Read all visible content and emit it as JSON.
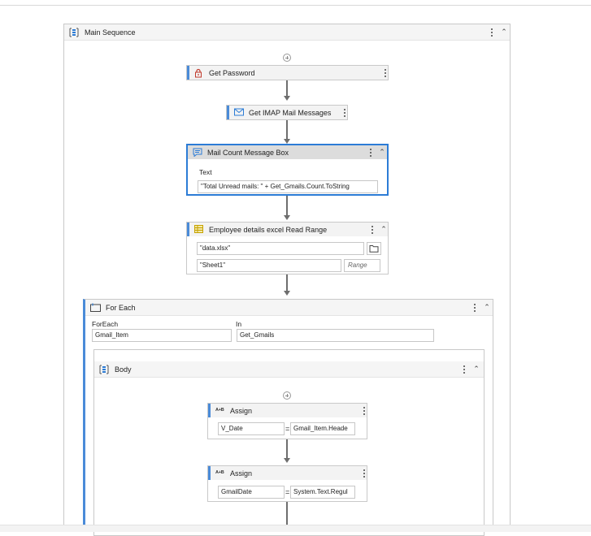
{
  "main_sequence": {
    "title": "Main Sequence"
  },
  "get_password": {
    "title": "Get Password"
  },
  "get_imap": {
    "title": "Get IMAP Mail Messages"
  },
  "message_box": {
    "title": "Mail Count Message Box",
    "text_label": "Text",
    "text_value": "\"Total Unread mails: \" + Get_Gmails.Count.ToString"
  },
  "read_range": {
    "title": "Employee details excel Read Range",
    "file_value": "\"data.xlsx\"",
    "sheet_value": "\"Sheet1\"",
    "range_placeholder": "Range"
  },
  "for_each": {
    "title": "For Each",
    "foreach_label": "ForEach",
    "in_label": "In",
    "item_value": "Gmail_Item",
    "in_value": "Get_Gmails"
  },
  "body_seq": {
    "title": "Body"
  },
  "assign1": {
    "title": "Assign",
    "to_value": "V_Date",
    "eq": "=",
    "value": "Gmail_Item.Heade"
  },
  "assign2": {
    "title": "Assign",
    "to_value": "GmailDate",
    "eq": "=",
    "value": "System.Text.Regul"
  },
  "icons": {
    "sequence": "sequence-icon",
    "lock": "lock-icon",
    "mail": "mail-icon",
    "message": "message-box-icon",
    "excel": "excel-icon",
    "foreach": "foreach-icon",
    "assign": "assign-icon",
    "assign_label": "A+B"
  },
  "colors": {
    "accent": "#2c7cd6",
    "connector": "#6e6e6e"
  }
}
